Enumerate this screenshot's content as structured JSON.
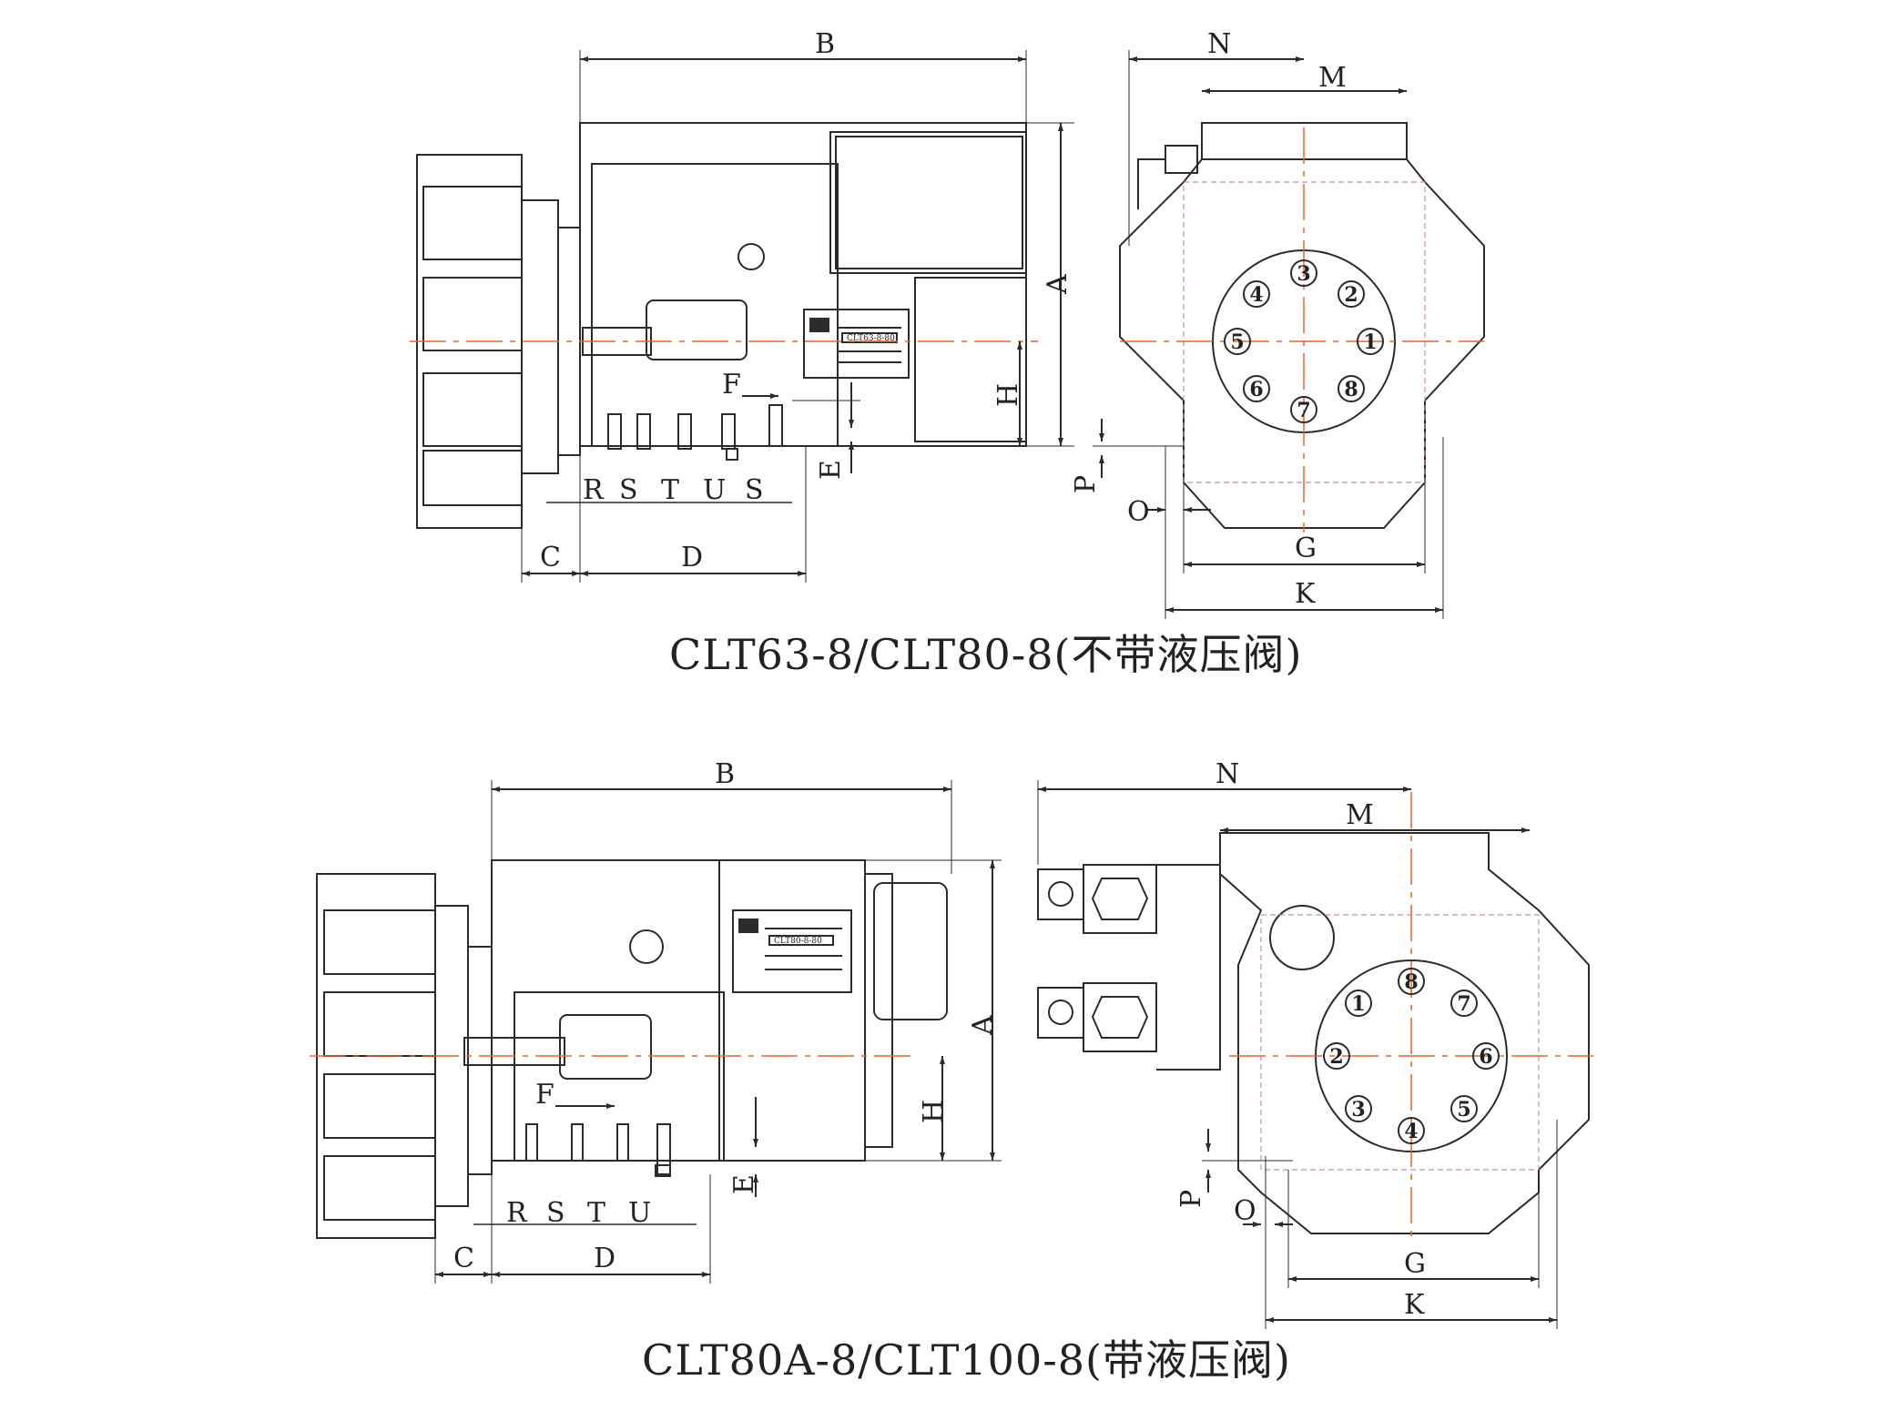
{
  "colors": {
    "line": "#2b2b2b",
    "centerline": "#e8632a",
    "hidden": "#c48bc4"
  },
  "drawing_top": {
    "caption": "CLT63-8/CLT80-8(不带液压阀)",
    "side_labels": {
      "B": "B",
      "A": "A",
      "H": "H",
      "F": "F",
      "E": "E",
      "R": "R",
      "S1": "S",
      "T": "T",
      "U": "U",
      "S2": "S",
      "C": "C",
      "D": "D"
    },
    "front_labels": {
      "N": "N",
      "M": "M",
      "G": "G",
      "K": "K",
      "P": "P",
      "O": "O"
    },
    "positions": [
      "1",
      "2",
      "3",
      "4",
      "5",
      "6",
      "7",
      "8"
    ],
    "plate_text": "CLT63-8-80"
  },
  "drawing_bottom": {
    "caption": "CLT80A-8/CLT100-8(带液压阀)",
    "side_labels": {
      "B": "B",
      "A": "A",
      "H": "H",
      "F": "F",
      "E": "E",
      "R": "R",
      "S": "S",
      "T": "T",
      "U": "U",
      "C": "C",
      "D": "D"
    },
    "front_labels": {
      "N": "N",
      "M": "M",
      "G": "G",
      "K": "K",
      "P": "P",
      "O": "O"
    },
    "positions": [
      "1",
      "2",
      "3",
      "4",
      "5",
      "6",
      "7",
      "8"
    ],
    "plate_text": "CLT80-8-80"
  }
}
